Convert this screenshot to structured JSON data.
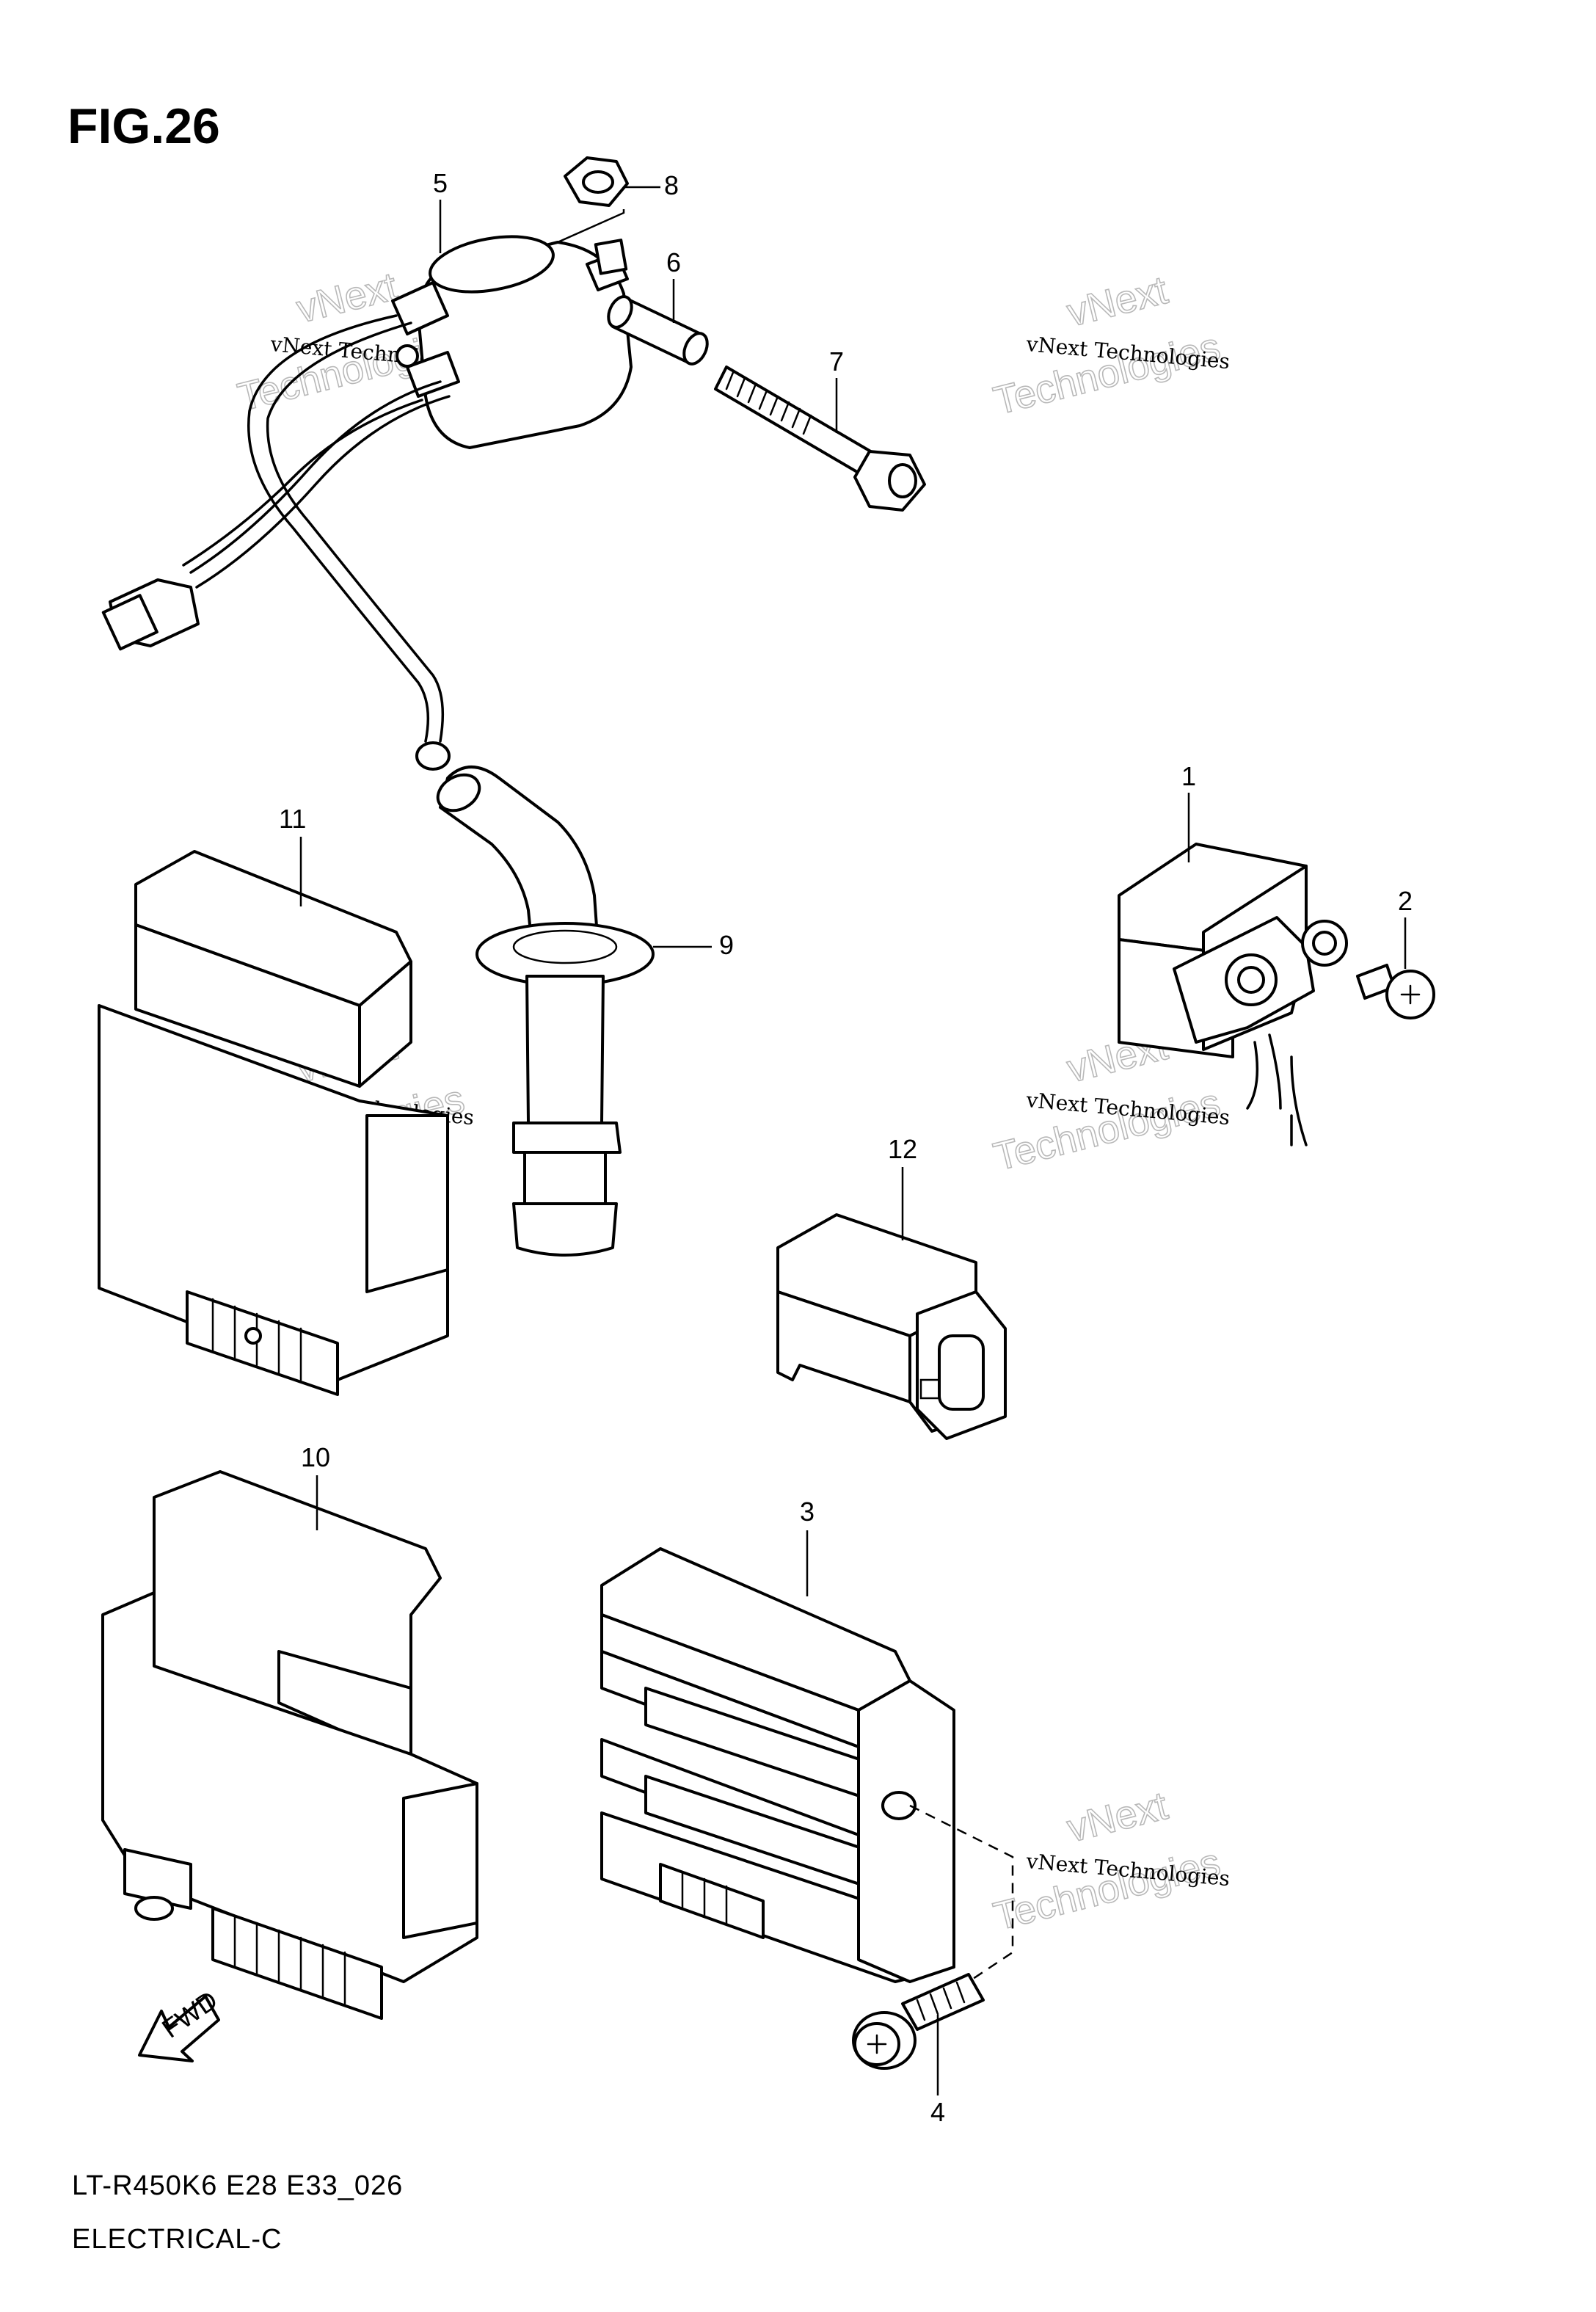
{
  "figure": {
    "title": "FIG.26"
  },
  "footer": {
    "model_line": "LT-R450K6 E28 E33_026",
    "section_line": "ELECTRICAL-C"
  },
  "watermark": {
    "company_line": "vNext Technologies",
    "big_line1": "vNext",
    "big_line2": "Technologies"
  },
  "fwd_arrow": {
    "label": "FWD"
  },
  "callouts": [
    "1",
    "2",
    "3",
    "4",
    "5",
    "6",
    "7",
    "8",
    "9",
    "10",
    "11",
    "12"
  ]
}
